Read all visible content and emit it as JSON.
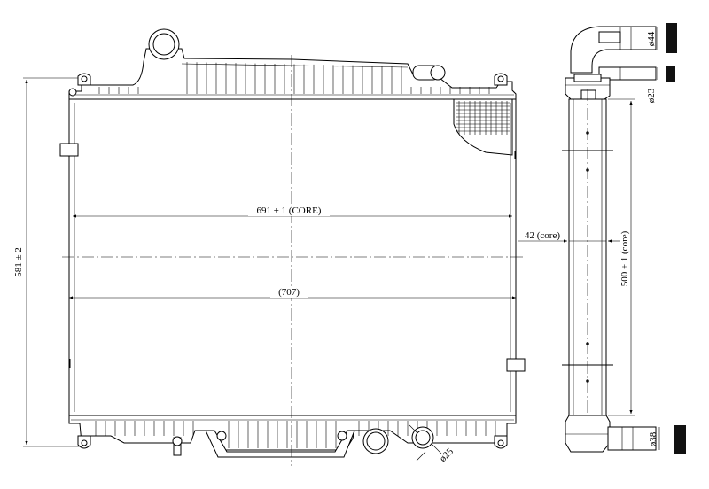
{
  "drawing": {
    "dimensions": {
      "core_width": "691 ± 1 (CORE)",
      "overall_width": "(707)",
      "overall_height": "581 ± 2",
      "core_depth": "42 (core)",
      "core_height": "500 ± 1 (core)",
      "top_pipe_diameter": "ø44",
      "small_pipe_diameter": "ø23",
      "bottom_pipe_diameter": "ø38",
      "drain_diameter": "ø25"
    }
  }
}
